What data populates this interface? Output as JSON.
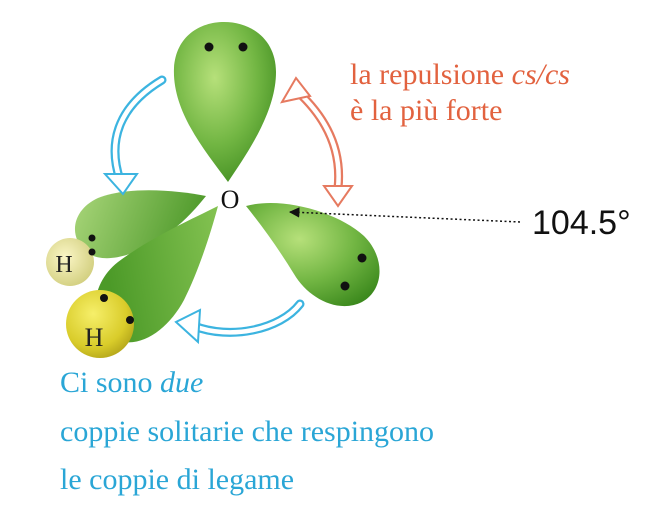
{
  "labels": {
    "oxygen": "O",
    "hydrogen_top": "H",
    "hydrogen_bottom": "H",
    "angle": "104.5°"
  },
  "note_red": {
    "line1_prefix": "la repulsione ",
    "line1_italic": "cs/cs",
    "line2": "è la più forte"
  },
  "note_blue": {
    "line1_prefix": "Ci sono ",
    "line1_italic": "due",
    "line2": "coppie solitarie che respingono",
    "line3": "le coppie di legame"
  },
  "colors": {
    "lobe_green": "#6db33f",
    "lobe_dark": "#3f8a1f",
    "hydrogen_yellow": "#e4dc3c",
    "red_text": "#e2623f",
    "blue_text": "#2aa6d6",
    "red_arrow": "#e67a60",
    "blue_arrow": "#3cb4e0"
  }
}
